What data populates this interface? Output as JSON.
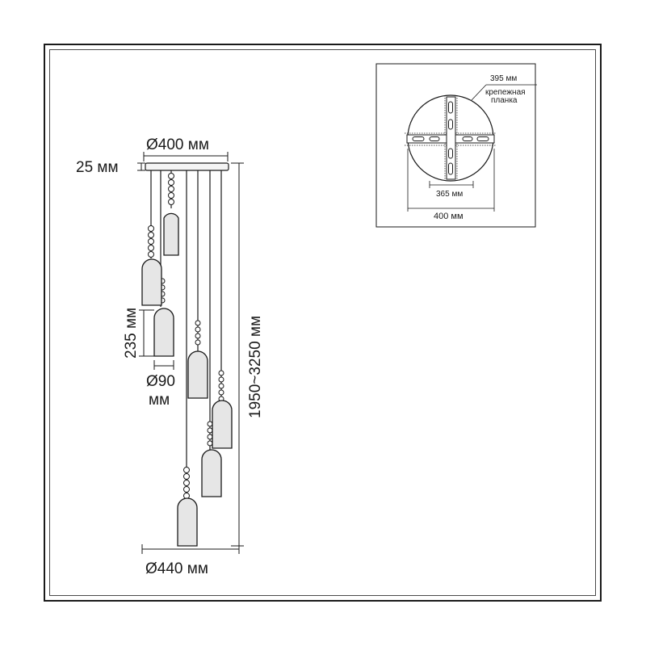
{
  "main_view": {
    "canopy_diameter": "Ø400 мм",
    "canopy_height": "25 мм",
    "shade_height": "235 мм",
    "shade_diameter_line1": "Ø90",
    "shade_diameter_line2": "мм",
    "total_height": "1950~3250 мм",
    "bottom_diameter": "Ø440 мм"
  },
  "inset_view": {
    "plate_length": "395 мм",
    "plate_label_line1": "крепежная",
    "plate_label_line2": "планка",
    "hole_spacing": "365 мм",
    "canopy_diameter": "400 мм"
  },
  "colors": {
    "line": "#1a1a1a",
    "shade_fill": "#e6e6e6"
  }
}
